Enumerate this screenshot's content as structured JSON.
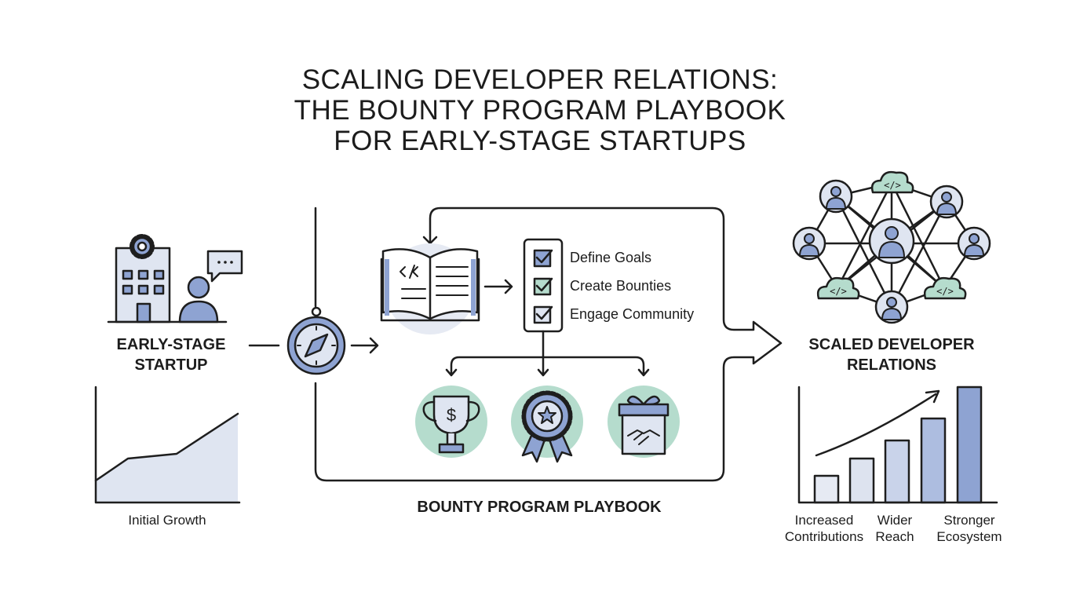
{
  "title": {
    "line1": "SCALING DEVELOPER RELATIONS:",
    "line2": "THE BOUNTY PROGRAM PLAYBOOK",
    "line3": "FOR EARLY-STAGE STARTUPS"
  },
  "left": {
    "label_line1": "EARLY-STAGE",
    "label_line2": "STARTUP",
    "chart_caption": "Initial Growth"
  },
  "center": {
    "checklist": [
      "Define Goals",
      "Create Bounties",
      "Engage Community"
    ],
    "frame_label": "BOUNTY PROGRAM PLAYBOOK"
  },
  "right": {
    "label_line1": "SCALED DEVELOPER",
    "label_line2": "RELATIONS",
    "captions": [
      {
        "l1": "Increased",
        "l2": "Contributions"
      },
      {
        "l1": "Wider",
        "l2": "Reach"
      },
      {
        "l1": "Stronger",
        "l2": "Ecosystem"
      }
    ]
  },
  "colors": {
    "blue": "#8ea3d2",
    "light": "#dfe5f1",
    "green": "#b5dccd",
    "stroke": "#1e1e1e"
  }
}
